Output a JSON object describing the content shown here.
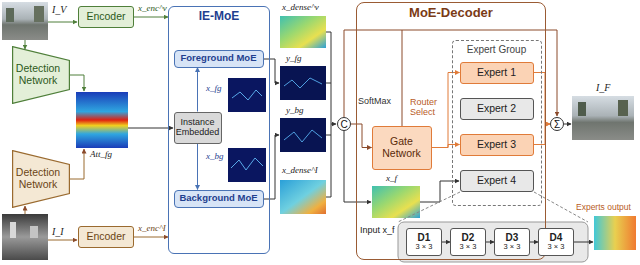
{
  "diagram": {
    "nodes": [
      {
        "text": [
          "Encoder"
        ]
      },
      {
        "text": [
          "Detection Network"
        ]
      },
      {
        "text": [
          "Detection Network"
        ]
      },
      {
        "text": [
          "Encoder"
        ]
      },
      {
        "text": [
          "IE-MoE"
        ]
      },
      {
        "text": [
          "Foreground MoE"
        ],
        "in": 4
      },
      {
        "text": [
          "Instance Embedded"
        ],
        "in": 4
      },
      {
        "text": [
          "Background MoE"
        ],
        "in": 4
      },
      {
        "text": [
          "C"
        ]
      },
      {
        "text": [
          "MoE-Decoder"
        ]
      },
      {
        "text": [
          "Gate Network"
        ],
        "in": 9
      },
      {
        "text": [
          "Expert Group"
        ],
        "in": 9
      },
      {
        "text": [
          "Expert 1"
        ],
        "in": 11
      },
      {
        "text": [
          "Expert 2"
        ],
        "in": 11
      },
      {
        "text": [
          "Expert 3"
        ],
        "in": 11
      },
      {
        "text": [
          "Expert 4"
        ],
        "in": 11
      },
      {
        "text": [
          "D1",
          "3 × 3"
        ]
      },
      {
        "text": [
          "D2",
          "3 × 3"
        ]
      },
      {
        "text": [
          "D3",
          "3 × 3"
        ]
      },
      {
        "text": [
          "D4",
          "3 × 3"
        ]
      },
      {
        "text": [
          "Σ"
        ]
      }
    ],
    "edges": [
      {
        "from": 0,
        "to": 4,
        "arrow": "to"
      },
      {
        "from": 3,
        "to": 4,
        "arrow": "to"
      },
      {
        "from": 6,
        "to": 5,
        "arrow": "to"
      },
      {
        "from": 6,
        "to": 7,
        "arrow": "to"
      },
      {
        "from": 8,
        "to": 10,
        "arrow": "to"
      },
      {
        "from": 10,
        "to": 12,
        "arrow": "to"
      },
      {
        "from": 10,
        "to": 14,
        "arrow": "to"
      },
      {
        "from": 12,
        "to": 20,
        "arrow": "to"
      },
      {
        "from": 14,
        "to": 20,
        "arrow": "to"
      },
      {
        "from": 16,
        "to": 17,
        "arrow": "to"
      },
      {
        "from": 17,
        "to": 18,
        "arrow": "to"
      },
      {
        "from": 18,
        "to": 19,
        "arrow": "to"
      }
    ],
    "labels": [
      "I_V",
      "x_enc^v",
      "I_I",
      "x_enc^I",
      "Att_fg",
      "x_fg",
      "x_bg",
      "x_dense^v",
      "y_fg",
      "y_bg",
      "x_dense^I",
      "SoftMax",
      "Router Select",
      "x_f",
      "Input x_f",
      "Experts output",
      "I_F"
    ]
  }
}
